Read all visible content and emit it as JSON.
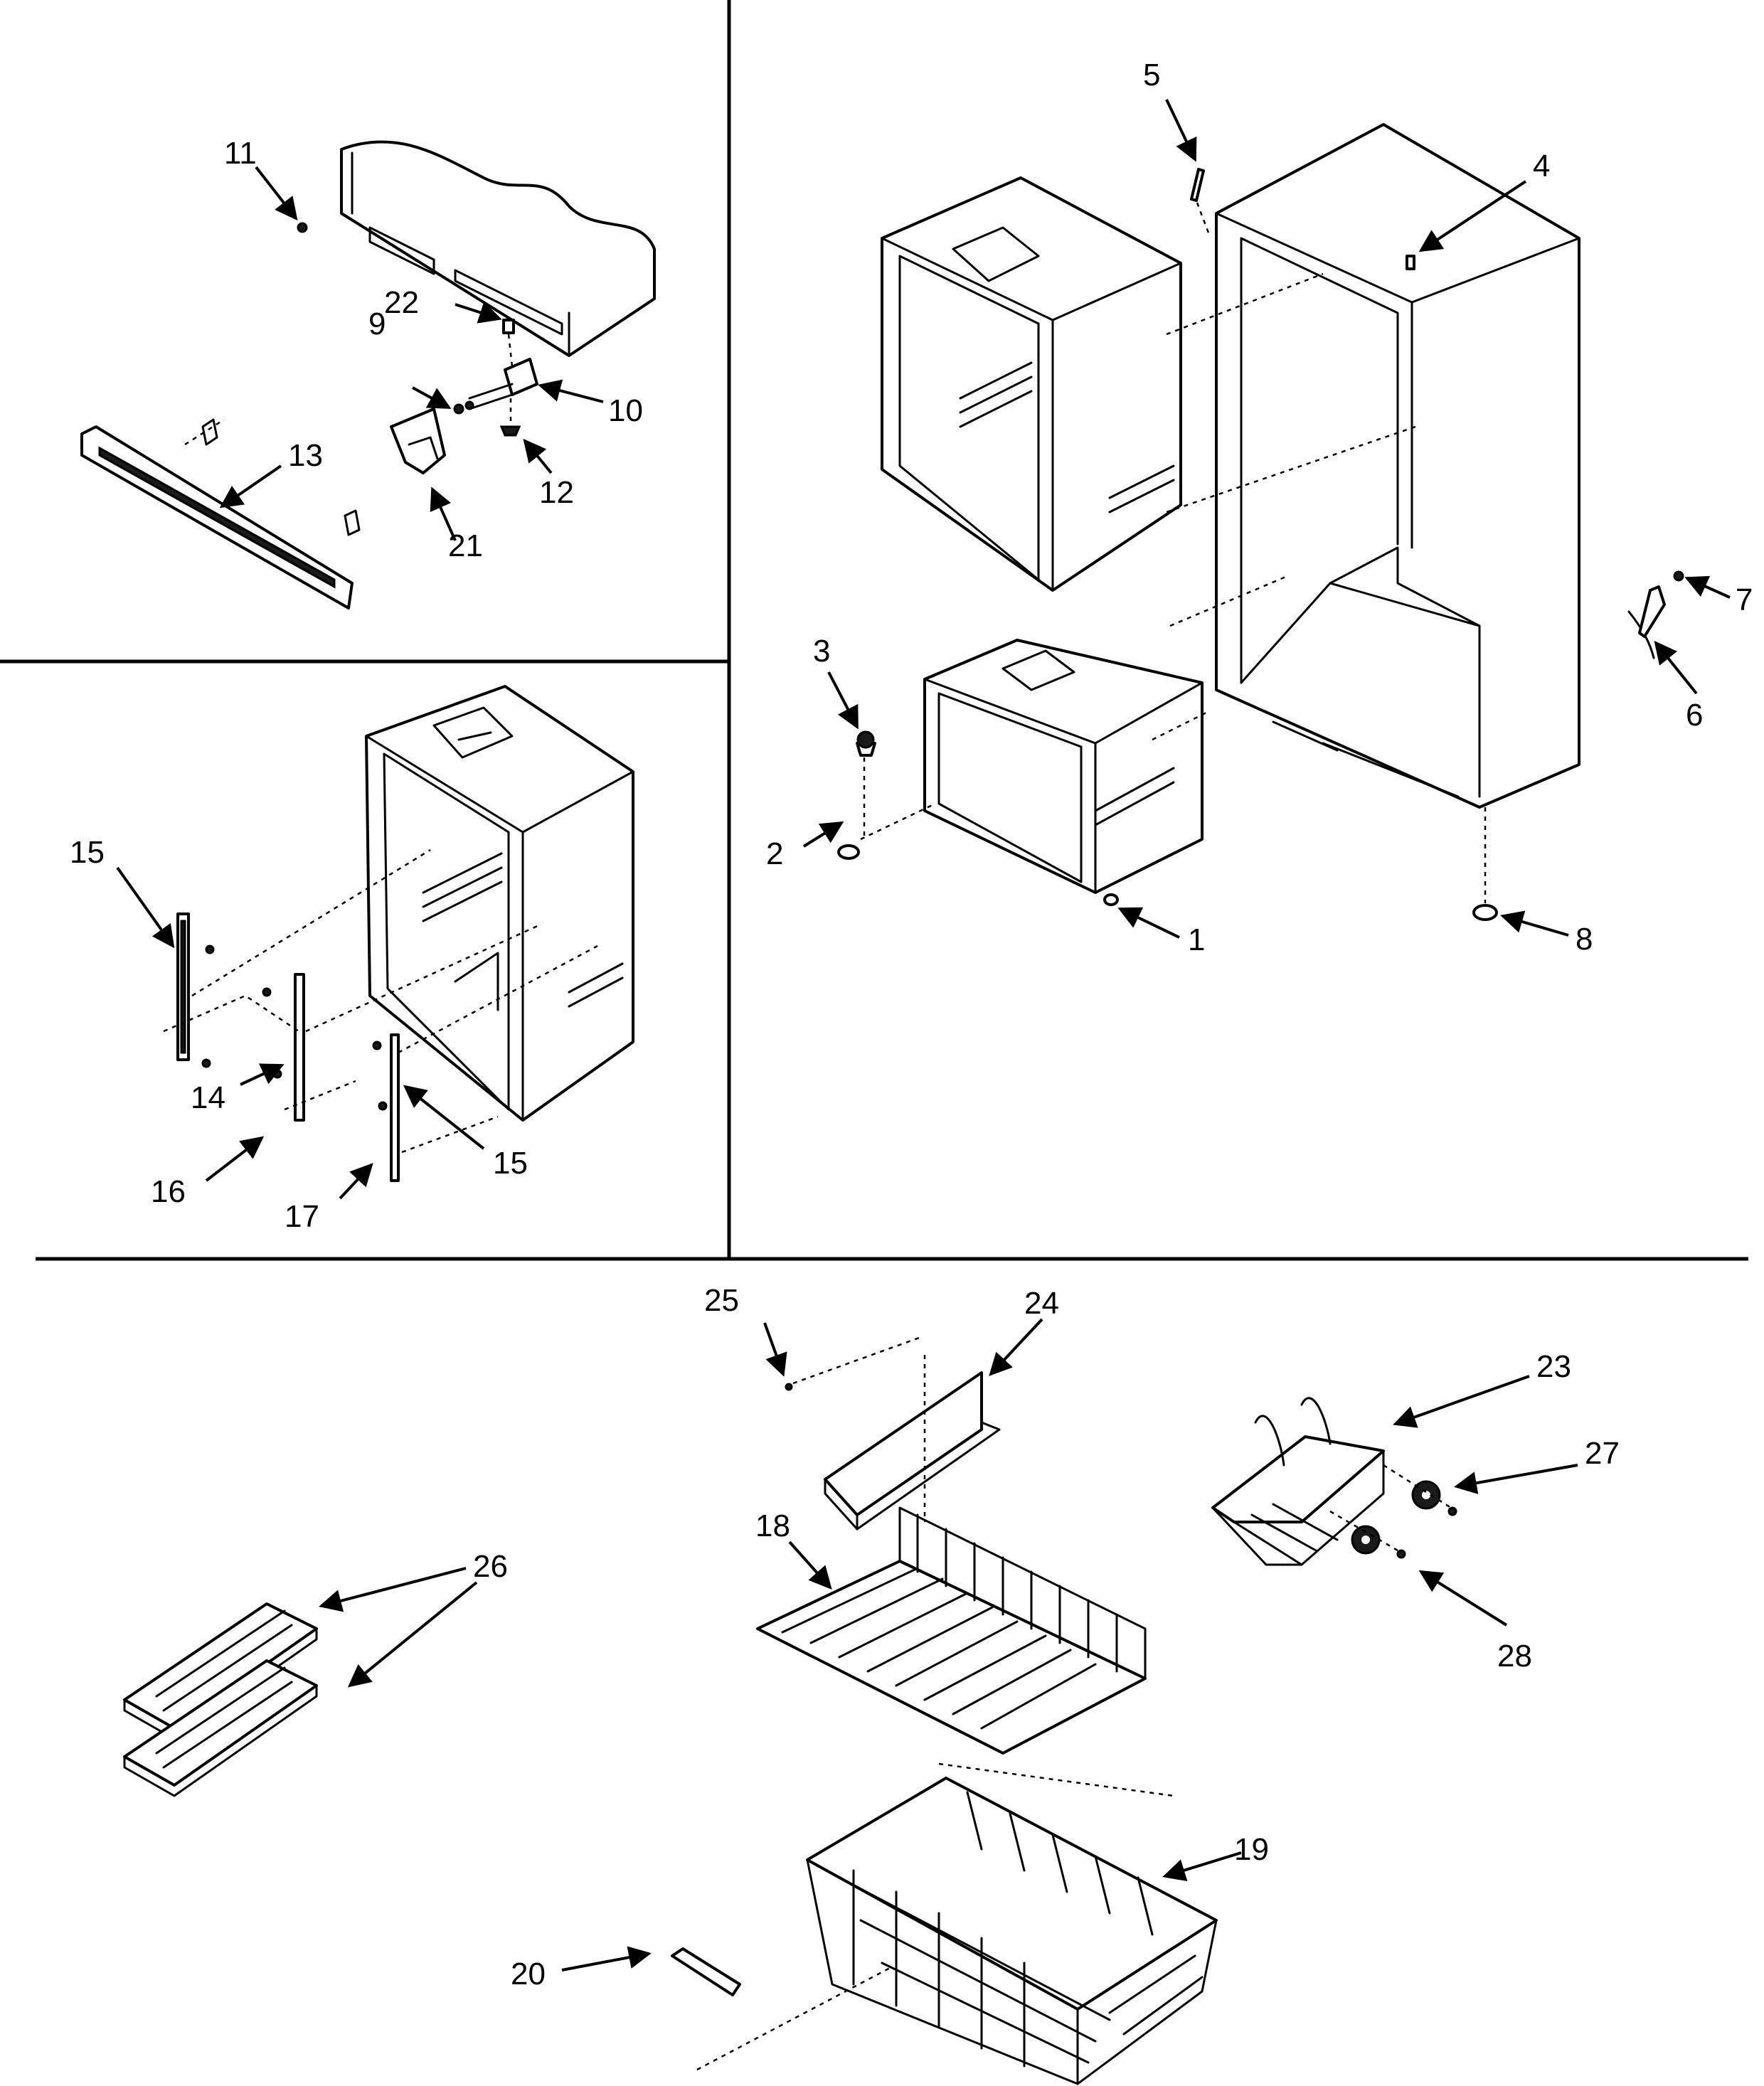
{
  "callouts": {
    "c1": "1",
    "c2": "2",
    "c3": "3",
    "c4": "4",
    "c5": "5",
    "c6": "6",
    "c7": "7",
    "c8": "8",
    "c9": "9",
    "c10": "10",
    "c11": "11",
    "c12": "12",
    "c13": "13",
    "c14": "14",
    "c15a": "15",
    "c15b": "15",
    "c16": "16",
    "c17": "17",
    "c18": "18",
    "c19": "19",
    "c20": "20",
    "c21": "21",
    "c22": "22",
    "c23": "23",
    "c24": "24",
    "c25": "25",
    "c26": "26",
    "c27": "27",
    "c28": "28"
  },
  "colors": {
    "line": "#000000",
    "background": "#ffffff"
  }
}
